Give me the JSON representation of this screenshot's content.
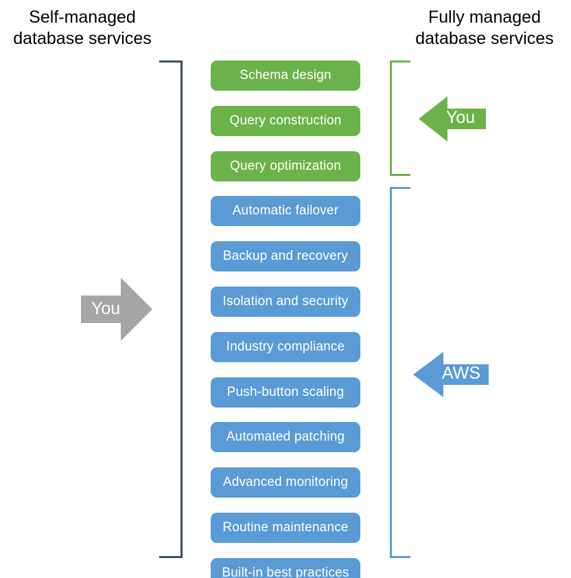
{
  "headers": {
    "left": "Self-managed\ndatabase services",
    "right": "Fully managed\ndatabase services"
  },
  "colors": {
    "green": "#6cb24a",
    "blue": "#5b9bd5",
    "gray": "#a6a6a6",
    "bracket_left": "#3e4e62",
    "text_on_fill": "#ffffff",
    "header_text": "#000000"
  },
  "boxes": [
    {
      "label": "Schema design",
      "color": "green"
    },
    {
      "label": "Query construction",
      "color": "green"
    },
    {
      "label": "Query optimization",
      "color": "green"
    },
    {
      "label": "Automatic failover",
      "color": "blue"
    },
    {
      "label": "Backup and recovery",
      "color": "blue"
    },
    {
      "label": "Isolation and security",
      "color": "blue"
    },
    {
      "label": "Industry compliance",
      "color": "blue"
    },
    {
      "label": "Push-button scaling",
      "color": "blue"
    },
    {
      "label": "Automated patching",
      "color": "blue"
    },
    {
      "label": "Advanced monitoring",
      "color": "blue"
    },
    {
      "label": "Routine maintenance",
      "color": "blue"
    },
    {
      "label": "Built-in best practices",
      "color": "blue"
    }
  ],
  "arrows": [
    {
      "id": "you-left",
      "label": "You",
      "direction": "right",
      "color": "#a6a6a6"
    },
    {
      "id": "you-right",
      "label": "You",
      "direction": "left",
      "color": "#6cb24a"
    },
    {
      "id": "aws",
      "label": "AWS",
      "direction": "left",
      "color": "#5b9bd5"
    }
  ],
  "brackets": [
    {
      "id": "left",
      "side": "left-group",
      "color": "#3e4e62",
      "spans": "all-responsibilities"
    },
    {
      "id": "green",
      "side": "right-group",
      "color": "#6cb24a",
      "spans": "customer-responsibilities"
    },
    {
      "id": "blue",
      "side": "right-group",
      "color": "#5b9bd5",
      "spans": "aws-responsibilities"
    }
  ]
}
